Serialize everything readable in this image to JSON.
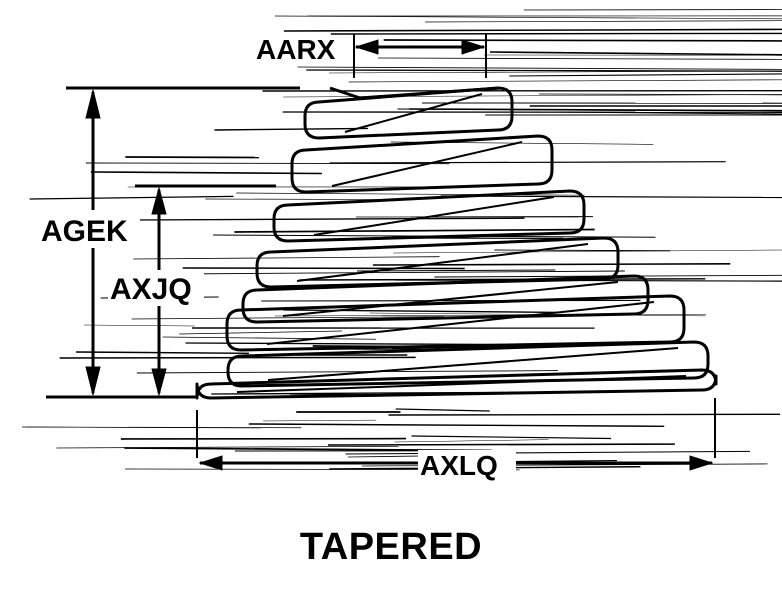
{
  "diagram": {
    "title": "TAPERED",
    "dimensions": {
      "top_diameter": "AARX",
      "free_length": "AGEK",
      "solid_height": "AXJQ",
      "bottom_diameter": "AXLQ"
    }
  },
  "colors": {
    "ink": "#000000",
    "background": "#ffffff"
  }
}
